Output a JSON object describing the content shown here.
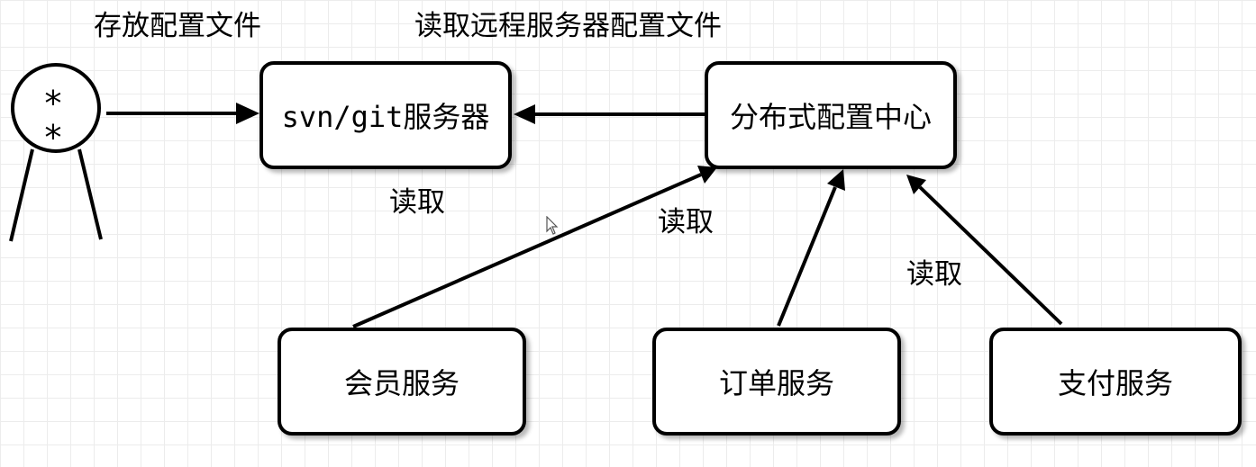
{
  "actor": {
    "face": "* *"
  },
  "labels": {
    "store_config": "存放配置文件",
    "read_remote_config": "读取远程服务器配置文件",
    "read_1": "读取",
    "read_2": "读取",
    "read_3": "读取"
  },
  "nodes": {
    "svn_git_server": "svn/git服务器",
    "config_center": "分布式配置中心",
    "member_service": "会员服务",
    "order_service": "订单服务",
    "payment_service": "支付服务"
  },
  "colors": {
    "stroke": "#000000",
    "background": "#ffffff",
    "grid": "#ececec"
  },
  "icons": [
    "mouse-pointer-icon"
  ]
}
